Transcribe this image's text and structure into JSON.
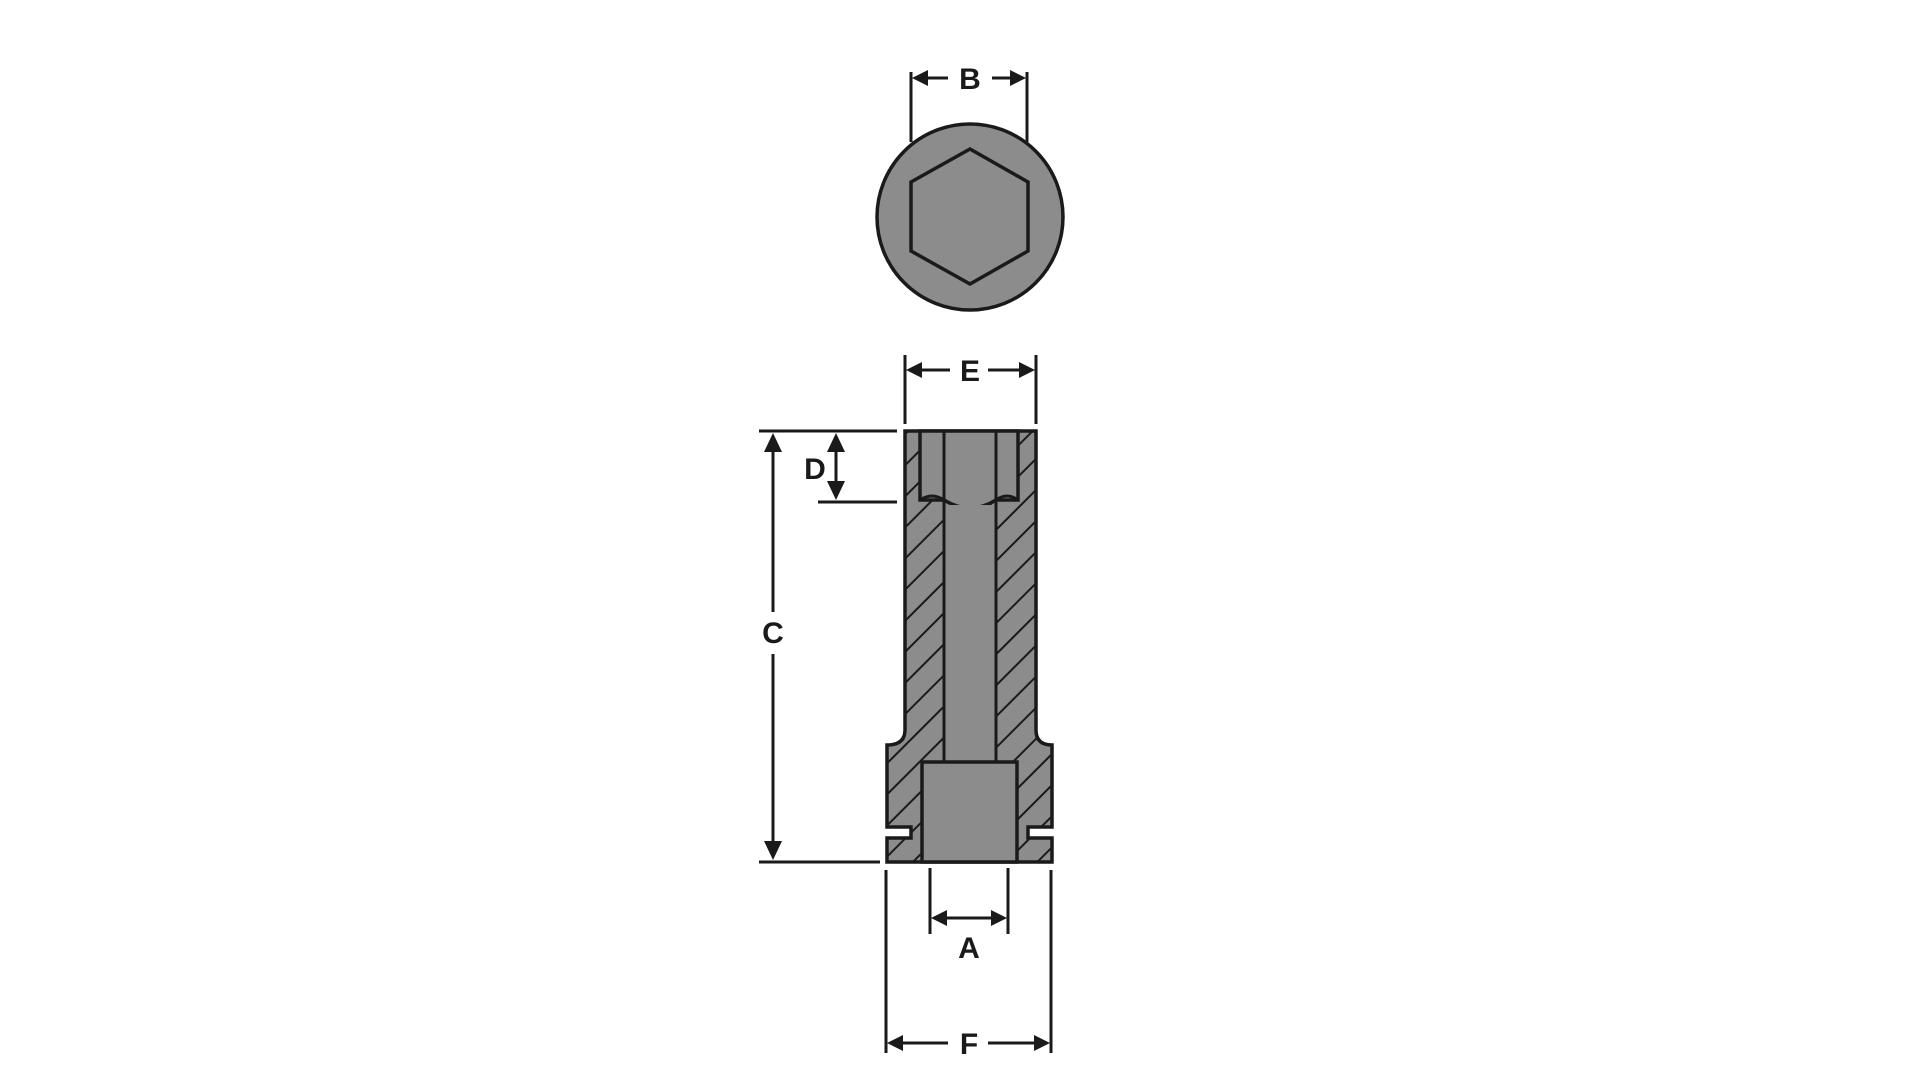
{
  "diagram": {
    "subject": "Deep impact socket technical drawing",
    "colors": {
      "fill": "#8c8c8c",
      "stroke": "#1a1a1a",
      "background": "#ffffff"
    },
    "views": {
      "top_view": {
        "name": "end view",
        "shape": "circle with hexagon opening"
      },
      "side_view": {
        "name": "cross-section view",
        "hatched": true
      }
    },
    "dimensions": {
      "A": {
        "label": "A",
        "meaning": "square drive width"
      },
      "B": {
        "label": "B",
        "meaning": "hex across flats"
      },
      "C": {
        "label": "C",
        "meaning": "overall length"
      },
      "D": {
        "label": "D",
        "meaning": "hex depth"
      },
      "E": {
        "label": "E",
        "meaning": "nose diameter"
      },
      "F": {
        "label": "F",
        "meaning": "drive end diameter"
      }
    }
  }
}
